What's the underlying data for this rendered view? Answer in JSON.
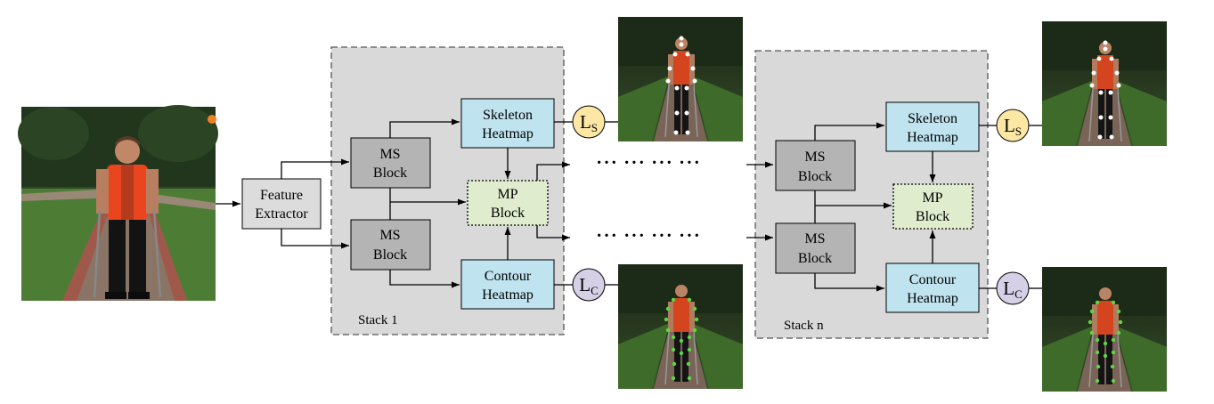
{
  "colors": {
    "stack_fill": "#d9d9d9",
    "ms_block": "#b4b4b4",
    "feature_extractor": "#dcdcdc",
    "heatmap": "#bfe4f0",
    "mp_block": "#dfeccd",
    "loss_skeleton": "#fde7a4",
    "loss_contour": "#d6d0e7",
    "skeleton_keypoint": "#ffffff",
    "contour_keypoint": "#5ed644",
    "shirt": "#e9451f"
  },
  "input_image": {
    "name": "person-standing-with-poles-photo"
  },
  "feature_extractor": {
    "line1": "Feature",
    "line2": "Extractor"
  },
  "stack1": {
    "label": "Stack 1",
    "ms_top": {
      "line1": "MS",
      "line2": "Block"
    },
    "ms_bottom": {
      "line1": "MS",
      "line2": "Block"
    },
    "skeleton_heatmap": {
      "line1": "Skeleton",
      "line2": "Heatmap"
    },
    "contour_heatmap": {
      "line1": "Contour",
      "line2": "Heatmap"
    },
    "mp_block": {
      "line1": "MP",
      "line2": "Block"
    },
    "loss_skeleton": {
      "main": "L",
      "sub": "S"
    },
    "loss_contour": {
      "main": "L",
      "sub": "C"
    }
  },
  "stackn": {
    "label": "Stack n",
    "ms_top": {
      "line1": "MS",
      "line2": "Block"
    },
    "ms_bottom": {
      "line1": "MS",
      "line2": "Block"
    },
    "skeleton_heatmap": {
      "line1": "Skeleton",
      "line2": "Heatmap"
    },
    "contour_heatmap": {
      "line1": "Contour",
      "line2": "Heatmap"
    },
    "mp_block": {
      "line1": "MP",
      "line2": "Block"
    },
    "loss_skeleton": {
      "main": "L",
      "sub": "S"
    },
    "loss_contour": {
      "main": "L",
      "sub": "C"
    }
  },
  "connector_dots": "··· ··· ··· ···"
}
